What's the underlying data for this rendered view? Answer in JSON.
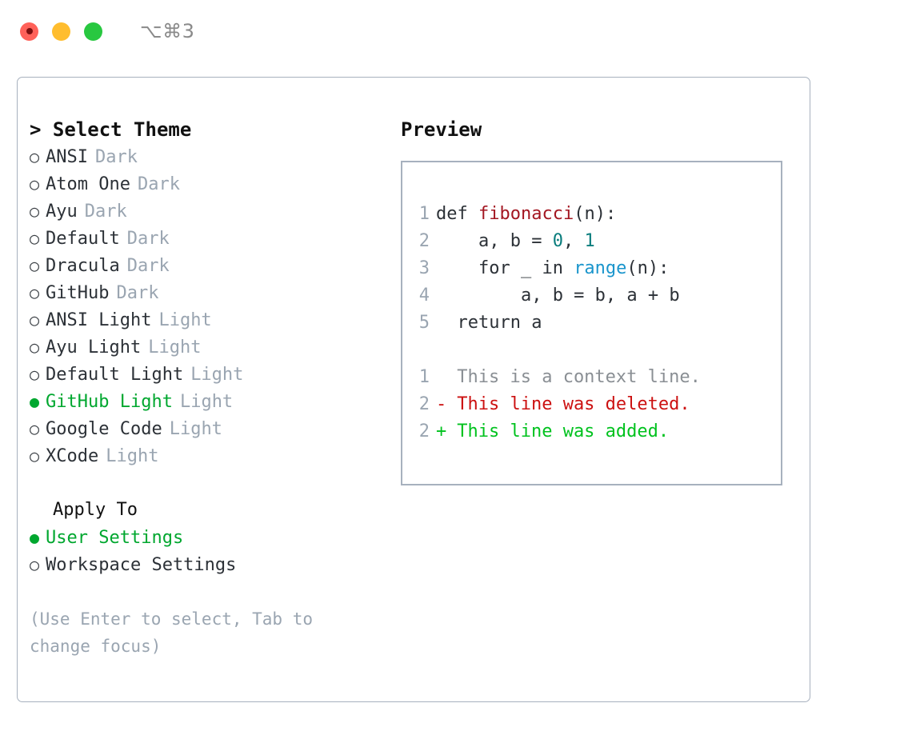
{
  "window": {
    "shortcut_label": "⌥⌘3",
    "traffic_lights": [
      {
        "name": "close",
        "color": "#ff6159"
      },
      {
        "name": "minimize",
        "color": "#ffbd2e"
      },
      {
        "name": "maximize",
        "color": "#28c840"
      }
    ]
  },
  "left": {
    "title": "> Select Theme",
    "themes": [
      {
        "bullet": "○",
        "name": "ANSI",
        "tag": "Dark",
        "selected": false
      },
      {
        "bullet": "○",
        "name": "Atom One",
        "tag": "Dark",
        "selected": false
      },
      {
        "bullet": "○",
        "name": "Ayu",
        "tag": "Dark",
        "selected": false
      },
      {
        "bullet": "○",
        "name": "Default",
        "tag": "Dark",
        "selected": false
      },
      {
        "bullet": "○",
        "name": "Dracula",
        "tag": "Dark",
        "selected": false
      },
      {
        "bullet": "○",
        "name": "GitHub",
        "tag": "Dark",
        "selected": false
      },
      {
        "bullet": "○",
        "name": "ANSI Light",
        "tag": "Light",
        "selected": false
      },
      {
        "bullet": "○",
        "name": "Ayu Light",
        "tag": "Light",
        "selected": false
      },
      {
        "bullet": "○",
        "name": "Default Light",
        "tag": "Light",
        "selected": false
      },
      {
        "bullet": "●",
        "name": "GitHub Light",
        "tag": "Light",
        "selected": true
      },
      {
        "bullet": "○",
        "name": "Google Code",
        "tag": "Light",
        "selected": false
      },
      {
        "bullet": "○",
        "name": "XCode",
        "tag": "Light",
        "selected": false
      }
    ],
    "apply_to": {
      "title": "Apply To",
      "options": [
        {
          "bullet": "●",
          "label": "User Settings",
          "selected": true
        },
        {
          "bullet": "○",
          "label": "Workspace Settings",
          "selected": false
        }
      ]
    },
    "hint": "(Use Enter to select, Tab to change focus)"
  },
  "right": {
    "title": "Preview",
    "code_lines": [
      {
        "no": "1",
        "tokens": [
          {
            "t": "def ",
            "k": "plain"
          },
          {
            "t": "fibonacci",
            "k": "fn"
          },
          {
            "t": "(n):",
            "k": "plain"
          }
        ]
      },
      {
        "no": "2",
        "tokens": [
          {
            "t": "    a, b = ",
            "k": "plain"
          },
          {
            "t": "0",
            "k": "num"
          },
          {
            "t": ", ",
            "k": "plain"
          },
          {
            "t": "1",
            "k": "num"
          }
        ]
      },
      {
        "no": "3",
        "tokens": [
          {
            "t": "    for _ in ",
            "k": "plain"
          },
          {
            "t": "range",
            "k": "call"
          },
          {
            "t": "(n):",
            "k": "plain"
          }
        ]
      },
      {
        "no": "4",
        "tokens": [
          {
            "t": "        a, b = b, a + b",
            "k": "plain"
          }
        ]
      },
      {
        "no": "5",
        "tokens": [
          {
            "t": "  return a",
            "k": "plain"
          }
        ]
      }
    ],
    "diff_lines": [
      {
        "no": "1",
        "mark": " ",
        "text": "This is a context line.",
        "kind": "ctx"
      },
      {
        "no": "2",
        "mark": "-",
        "text": "This line was deleted.",
        "kind": "del"
      },
      {
        "no": "2",
        "mark": "+",
        "text": "This line was added.",
        "kind": "add"
      }
    ]
  },
  "colors": {
    "accent_green": "#00a72f",
    "muted": "#9aa5b1",
    "border": "#a7b1be",
    "fn_red": "#a31621",
    "num_teal": "#0a7d7d",
    "call_blue": "#1a95cc",
    "diff_del": "#cc1111",
    "diff_add": "#00c21e"
  }
}
